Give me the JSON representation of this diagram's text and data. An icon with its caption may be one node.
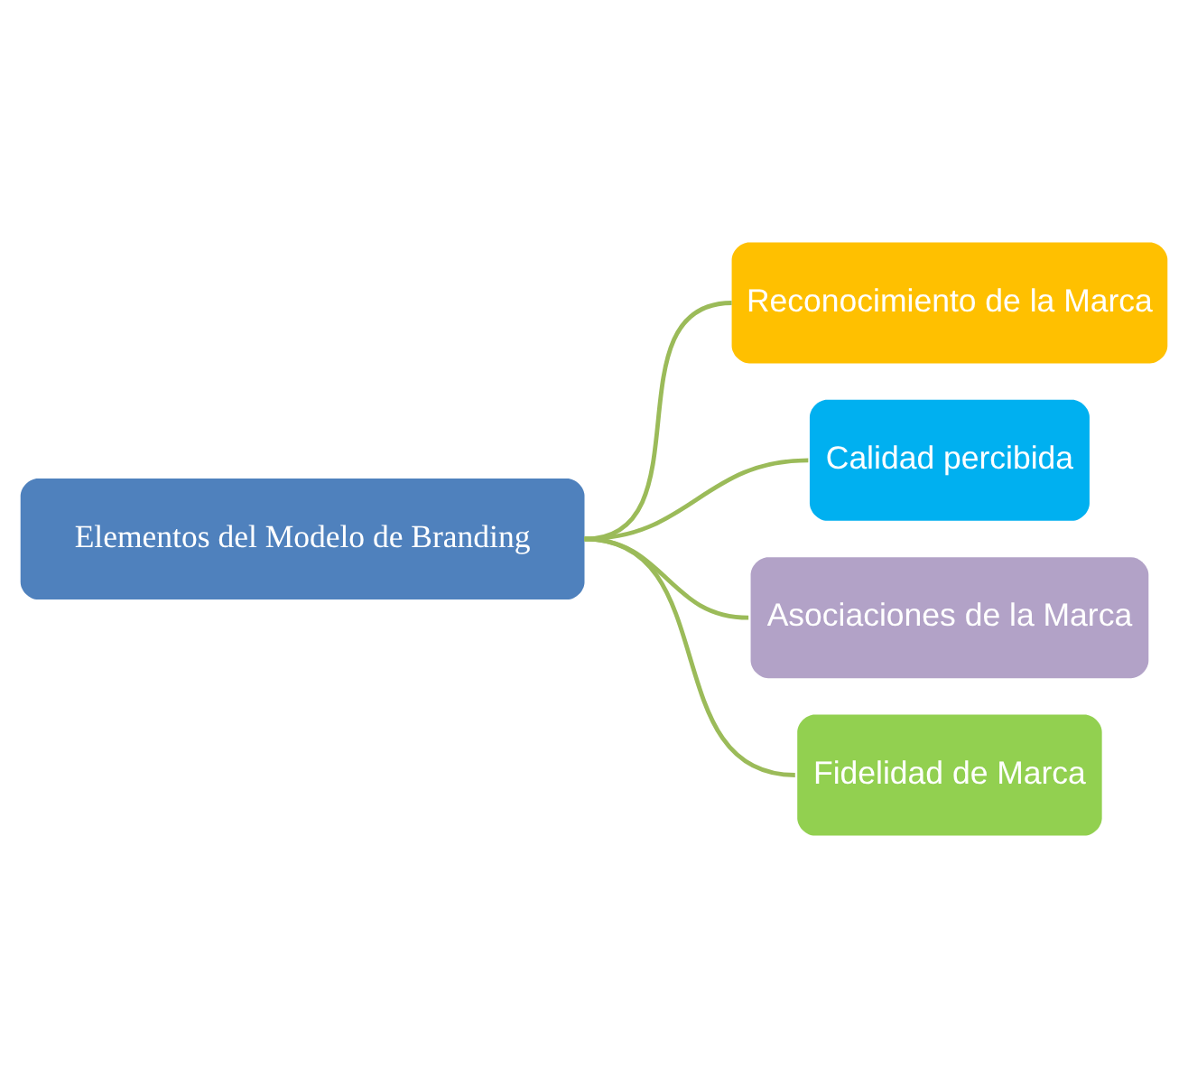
{
  "diagram": {
    "nodes": [
      {
        "text": [
          "Elementos del Modelo de Branding"
        ]
      },
      {
        "text": [
          "Reconocimiento de la Marca"
        ]
      },
      {
        "text": [
          "Calidad percibida"
        ]
      },
      {
        "text": [
          "Asociaciones de la Marca"
        ]
      },
      {
        "text": [
          "Fidelidad de Marca"
        ]
      }
    ],
    "edges": [
      {
        "from": 0,
        "to": 1,
        "arrow": "none"
      },
      {
        "from": 0,
        "to": 2,
        "arrow": "none"
      },
      {
        "from": 0,
        "to": 3,
        "arrow": "none"
      },
      {
        "from": 0,
        "to": 4,
        "arrow": "none"
      }
    ]
  }
}
